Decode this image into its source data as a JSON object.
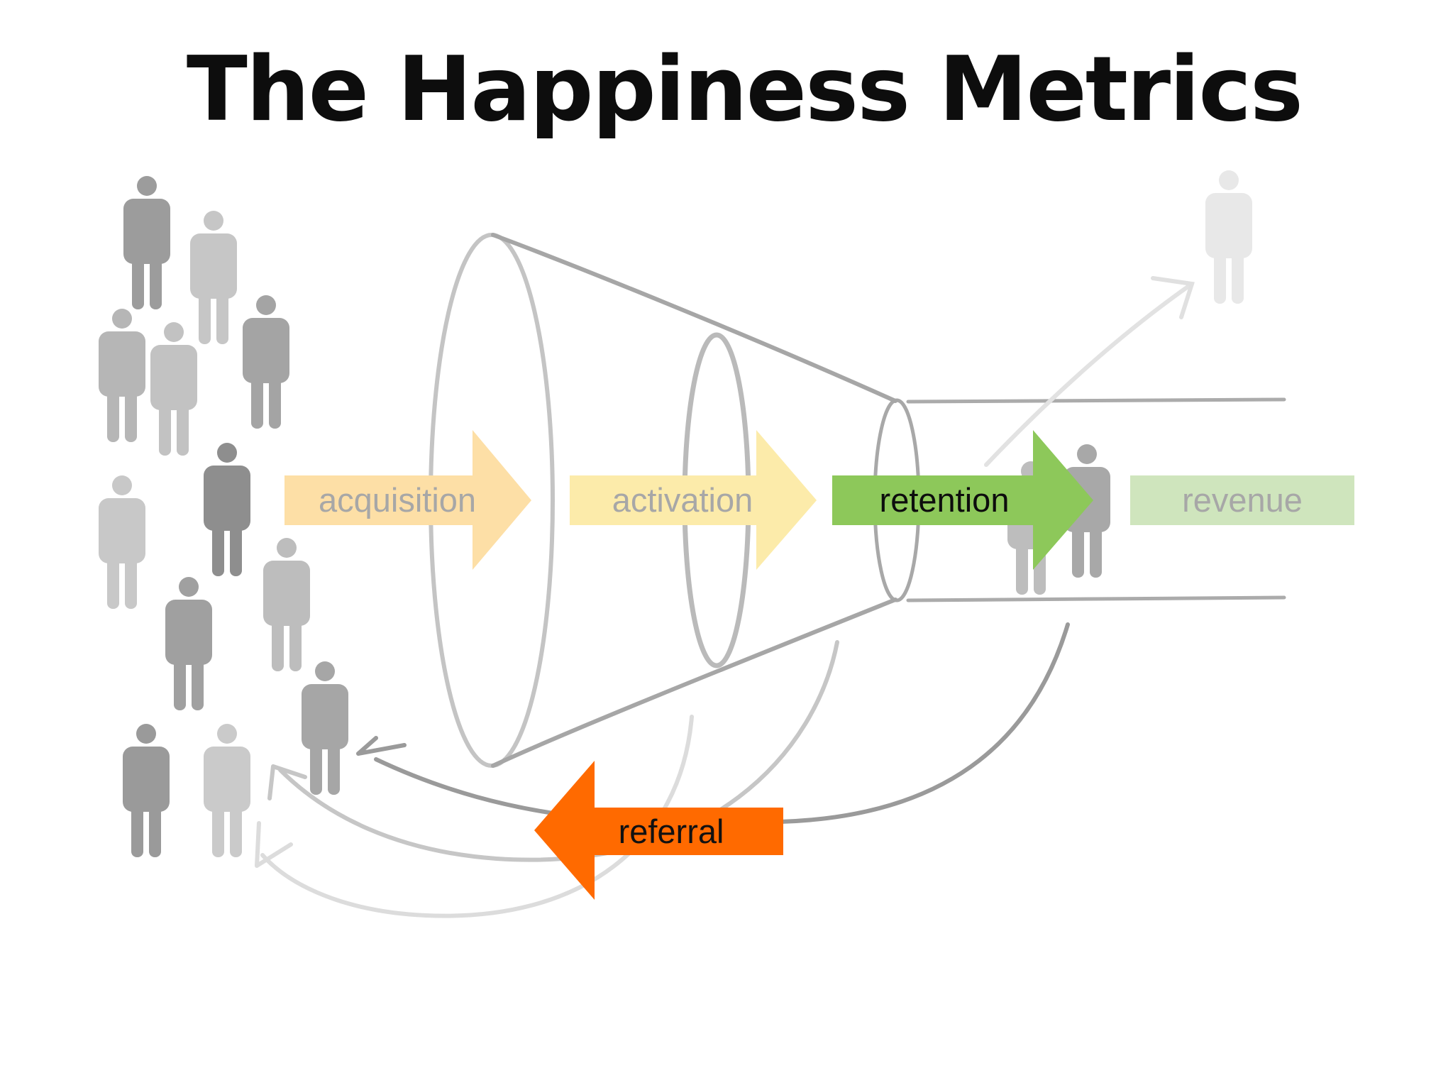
{
  "title": "The Happiness Metrics",
  "stages": [
    {
      "label": "acquisition",
      "color": "#FDDFA6",
      "text_color": "#A7A7A7"
    },
    {
      "label": "activation",
      "color": "#FCEBAA",
      "text_color": "#A7A7A7"
    },
    {
      "label": "retention",
      "color": "#8DC85A",
      "text_color": "#0D0D0D"
    },
    {
      "label": "revenue",
      "color": "#CFE5BD",
      "text_color": "#A7A7A7"
    }
  ],
  "referral": {
    "label": "referral",
    "color": "#FF6A00",
    "text_color": "#111111"
  },
  "colors": {
    "funnel_stroke": "#B8B8B8",
    "person_dark": "#999999",
    "person_mid": "#B0B0B0",
    "person_light": "#C8C8C8",
    "person_faint": "#E6E6E6"
  }
}
